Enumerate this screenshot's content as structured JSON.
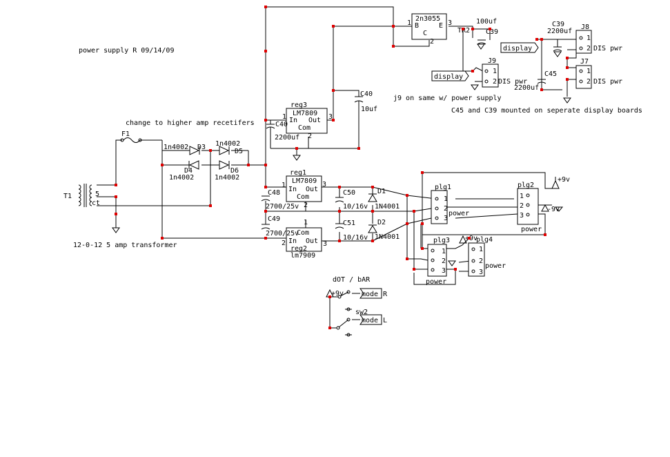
{
  "colors": {
    "wire": "#000000",
    "node": "#e00000",
    "background": "#ffffff"
  },
  "notes": {
    "title": "power supply R 09/14/09",
    "rectifier_note": "change to higher amp recetifers",
    "j9_note": "j9 on same w/ power supply",
    "display_note": "C45 and C39 mounted on seperate display  boards",
    "transformer_note": "12-0-12 5 amp transformer",
    "mode_title": "dOT / bAR"
  },
  "transformer": {
    "ref": "T1",
    "tap_5": "5",
    "tap_ct": "ct"
  },
  "fuse": {
    "ref": "F1"
  },
  "diodes": {
    "d3": {
      "ref": "D3",
      "part": "1n4002"
    },
    "d5": {
      "ref": "D5",
      "part": "1n4002"
    },
    "d4": {
      "ref": "D4",
      "part": "1n4002"
    },
    "d6": {
      "ref": "D6",
      "part": "1n4002"
    },
    "d1": {
      "ref": "D1",
      "part": "1N4001"
    },
    "d2": {
      "ref": "D2",
      "part": "1N4001"
    }
  },
  "capacitors": {
    "c40a": {
      "ref": "C40",
      "value": "2200uf"
    },
    "c40b": {
      "ref": "C40",
      "value": "10uf"
    },
    "c48": {
      "ref": "C48",
      "value": "2700/25v"
    },
    "c49": {
      "ref": "C49",
      "value": "2700/25v"
    },
    "c50": {
      "ref": "C50",
      "value": "10/16v"
    },
    "c51": {
      "ref": "C51",
      "value": "10/16v"
    },
    "c39a": {
      "ref": "C39",
      "value": "100uf"
    },
    "c39b": {
      "ref": "C39",
      "value": "2200uf"
    },
    "c45": {
      "ref": "C45",
      "value": "2200uf"
    }
  },
  "regulators": {
    "reg3": {
      "ref": "reg3",
      "part": "LM7809",
      "in": "In",
      "out": "Out",
      "com": "Com",
      "pin1": "1",
      "pin2": "2",
      "pin3": "3"
    },
    "reg1": {
      "ref": "reg1",
      "part": "LM7809",
      "in": "In",
      "out": "Out",
      "com": "Com",
      "pin1": "1",
      "pin2": "2",
      "pin3": "3"
    },
    "reg2": {
      "ref": "reg2",
      "part": "lm7909",
      "in": "In",
      "out": "Out",
      "com": "Com",
      "pin1": "1",
      "pin2": "2",
      "pin3": "3"
    }
  },
  "transistor": {
    "part": "2n3055",
    "ref": "TR2",
    "b": "B",
    "e": "E",
    "c": "C",
    "pin1": "1",
    "pin2": "2",
    "pin3": "3"
  },
  "connectors": {
    "j8": {
      "ref": "J8",
      "pin1": "1",
      "pin2": "2",
      "label": "DIS pwr"
    },
    "j7": {
      "ref": "J7",
      "pin1": "1",
      "pin2": "2",
      "label": "DIS pwr"
    },
    "j9": {
      "ref": "J9",
      "pin1": "1",
      "pin2": "2",
      "label": "DIS pwr"
    },
    "plg1": {
      "ref": "plg1",
      "pin1": "1",
      "pin2": "2",
      "pin3": "3",
      "label": "power"
    },
    "plg2": {
      "ref": "plg2",
      "pin1": "1",
      "pin2": "2",
      "pin3": "3",
      "label": "power"
    },
    "plg3": {
      "ref": "plg3",
      "pin1": "1",
      "pin2": "2",
      "pin3": "3",
      "label": "power"
    },
    "plg4": {
      "ref": "plg4",
      "pin1": "1",
      "pin2": "2",
      "pin3": "3",
      "label": "power"
    }
  },
  "rails": {
    "pos": "+9v",
    "neg": "-9v"
  },
  "net_labels": {
    "display_1": "display",
    "display_2": "display",
    "mode_r": "mode",
    "mode_l": "mode"
  },
  "switch": {
    "ref": "sw2",
    "r": "R",
    "l": "L"
  }
}
